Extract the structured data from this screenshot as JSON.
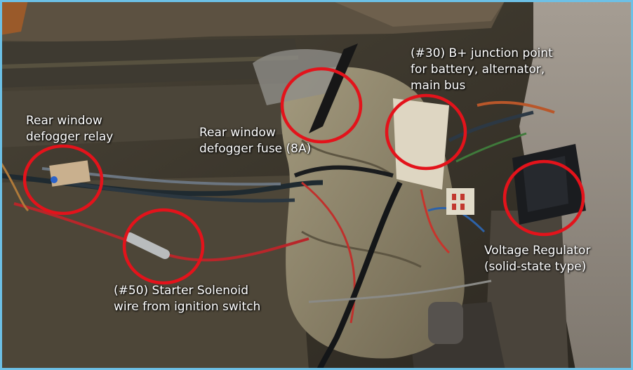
{
  "annotations": {
    "defogger_relay": {
      "lines": [
        "Rear window",
        "defogger relay"
      ]
    },
    "defogger_fuse": {
      "lines": [
        "Rear window",
        "defogger fuse (8A)"
      ]
    },
    "b_plus_junction": {
      "lines": [
        "(#30) B+ junction point",
        "for battery, alternator,",
        "main bus"
      ]
    },
    "voltage_regulator": {
      "lines": [
        "Voltage Regulator",
        "(solid-state type)"
      ]
    },
    "starter_solenoid": {
      "lines": [
        "(#50) Starter Solenoid",
        "wire from ignition switch"
      ]
    }
  },
  "colors": {
    "highlight_ring": "#e3131b",
    "label_text": "#ffffff",
    "frame_border": "#6cc0e6"
  }
}
